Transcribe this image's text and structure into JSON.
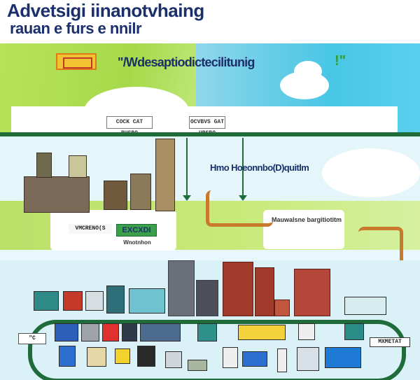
{
  "header": {
    "line1": "Advetsigi iinanotvhaing",
    "line2": "rauan e furs e nnilr"
  },
  "banner": {
    "text": "\"/Wdesaptiodictecilitunig",
    "tick": "!\""
  },
  "labels": {
    "top_left": "COCK\n CAT BUSBO",
    "top_mid": "OCVBVS\nGAT UBSBO",
    "mid_title": "Hmo Hoeonnbo(D)quitlm",
    "mid_sub": "Mauwalsne bargitiotitm",
    "sign1": "VMCRENO(S",
    "sign2": "EXCXDI",
    "sign2_cap": "Wnotnhon",
    "rack_tag": "MXMETAT",
    "left_glyph": "\"C"
  },
  "colors": {
    "navy": "#1b2f6b",
    "rail": "#1f6b3a",
    "pipe": "#c9792a",
    "brick": "#a03a2b"
  }
}
